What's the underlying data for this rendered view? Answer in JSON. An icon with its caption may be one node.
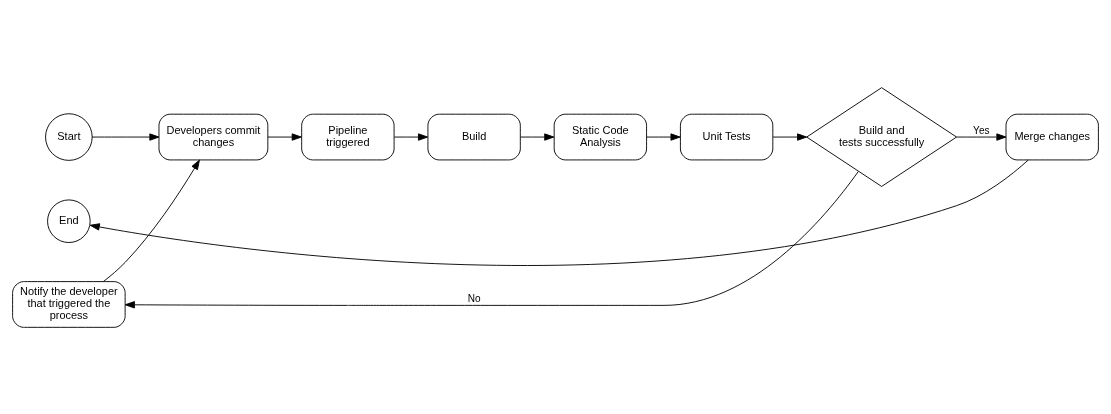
{
  "diagram": {
    "nodes": [
      {
        "text": [
          "Start"
        ]
      },
      {
        "text": [
          "Developers commit changes"
        ]
      },
      {
        "text": [
          "Notify the developer that triggered the process"
        ]
      },
      {
        "text": [
          "Pipeline triggered"
        ]
      },
      {
        "text": [
          "Build"
        ]
      },
      {
        "text": [
          "Static Code Analysis"
        ]
      },
      {
        "text": [
          "Unit Tests"
        ]
      },
      {
        "text": [
          "Build and tests successfully"
        ]
      },
      {
        "text": [
          "End"
        ]
      },
      {
        "text": [
          "Merge changes"
        ]
      }
    ],
    "edges": [
      {
        "from": 0,
        "to": 1,
        "arrow": "to"
      },
      {
        "from": 2,
        "to": 1,
        "arrow": "to"
      },
      {
        "from": 1,
        "to": 3,
        "arrow": "to"
      },
      {
        "from": 3,
        "to": 4,
        "arrow": "to"
      },
      {
        "from": 4,
        "to": 5,
        "arrow": "to"
      },
      {
        "from": 5,
        "to": 6,
        "arrow": "to"
      },
      {
        "from": 6,
        "to": 7,
        "arrow": "to"
      },
      {
        "from": 7,
        "to": 2,
        "arrow": "to",
        "label": "No"
      },
      {
        "from": 7,
        "to": 9,
        "arrow": "to",
        "label": "Yes"
      },
      {
        "from": 9,
        "to": 8,
        "arrow": "to"
      }
    ]
  }
}
